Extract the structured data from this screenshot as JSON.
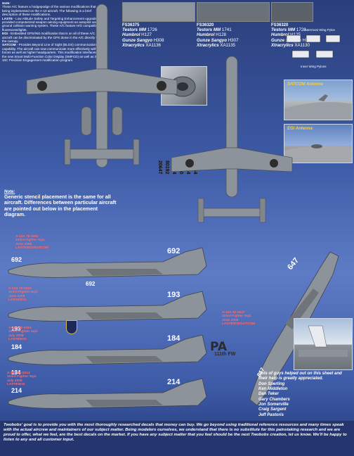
{
  "intro": {
    "title": "Note:",
    "p1": "These A/C feature a hodgepodge of the various modifications that are being implemented on the A-10 aircraft. The following is a brief description of these modifications.",
    "last_label": "LASTE",
    "last_text": "- Low Altitude Safety and Targeting Enhancement upgrade provided computerized weapon-aiming equipment an autopilot and a ground collision warning system. These A/C feature H/G compatible fluorescent/lights.",
    "egi_label": "EGI",
    "egi_text": "- Embedded GPS/INS modification that is on all of these A/C. EGI aircraft can be discriminated by the GPS dome in the A/C directly behind the canopy.",
    "satcom_label": "SATCOM",
    "satcom_text": "- Provides Beyond Line of Sight (BLOS) communication capability. The aircraft can now communicate more effectively with ground forces as well as higher headquarters. This modification interfaces with the new Smart Multi-Function Color Display (SMFCD) as well as the A-10C Precision Engagement modification program."
  },
  "swatches": [
    {
      "fs": "FS36375",
      "color": "#8e959c",
      "testors_label": "Testors MM",
      "testors": "1726",
      "humbrol_label": "Humbrol",
      "humbrol": "H127",
      "gunze_label": "Gunze Sangyo",
      "gunze": "H308",
      "xtra_label": "Xtracrylics",
      "xtra": "XA1136"
    },
    {
      "fs": "FS36320",
      "color": "#6b7178",
      "testors_label": "Testors MM",
      "testors": "1741",
      "humbrol_label": "Humbrol",
      "humbrol": "H128",
      "gunze_label": "Gunze Sangyo",
      "gunze": "H307",
      "xtra_label": "Xtracrylics",
      "xtra": "XA1135"
    },
    {
      "fs": "FS36320",
      "color": "#5b6168",
      "testors_label": "Testors MM",
      "testors": "1723",
      "humbrol_label": "Humbrol",
      "humbrol": "H125",
      "gunze_label": "Gunze Sangyo",
      "gunze": "H305",
      "xtra_label": "Xtracrylics",
      "xtra": "XA1130"
    }
  ],
  "pylons": {
    "outer": "Outermost Wing Pylon",
    "inner": "Inner Wing Pylons"
  },
  "photos": {
    "satcom": "SATCOM Antenna",
    "egi": "EGI Antenna"
  },
  "note": {
    "label": "Note:",
    "text": "Generic stencil placement is the same for all aircraft. Differences between particular aircraft are pointed out below in the placement diagram."
  },
  "serials_top": [
    "20647",
    "80192",
    "80184",
    "90870",
    "00214",
    "00264"
  ],
  "aircraft": [
    {
      "line1": "A-10A 78-0692",
      "line2": "103rd Fighter Sqd.",
      "line3": "June 2008",
      "line4": "LASTE/EGI/SATCOM",
      "number": "692",
      "tail": "692"
    },
    {
      "line1": "A-10A 79-0193",
      "line2": "103rd Fighter Sqd.",
      "line3": "June 2008",
      "line4": "LASTE/EGI",
      "number": "193",
      "tail": "193"
    },
    {
      "line1": "A-10A 80-0184",
      "line2": "103rd Fighter Sqd.",
      "line3": "July 2008",
      "line4": "LASTE/EGI",
      "number": "184",
      "tail": "184"
    },
    {
      "line1": "A-10A 80-0214",
      "line2": "103rd Fighter Sqd.",
      "line3": "July 2008",
      "line4": "LASTE/EGI",
      "number": "214",
      "tail": "214"
    }
  ],
  "side_aircraft": {
    "line1": "A-10A 82-0647",
    "line2": "103rd Fighter Sqd.",
    "line3": "June 2008",
    "line4": "LASTE/EGI/SATCOM",
    "number": "647"
  },
  "tail_code": {
    "letters": "PA",
    "wing": "111th FW"
  },
  "credits": {
    "intro": "Lots of guys helped out on this sheet and their help is greatly appreciated.",
    "names": [
      "Don Sperling",
      "Ken Middleton",
      "Dan Teker",
      "Gary Chambers",
      "Jon Somerville",
      "Craig Sargent",
      "Jeff Pastoris"
    ]
  },
  "footer": {
    "text": "Twobobs' goal is to provide you with the most thoroughly researched decals that money can buy. We go beyond using traditional reference resources and many times speak with the actual aircrew and maintainers of our subject matter. Being modelers ourselves, we understand that there is no substitute for this painstaking research and we are proud to offer, what we feel, are the best decals on the market. If you have any subject matter that you feel should be the next Twobobs creation, let us know. We'll be happy to listen to any and all customer input."
  },
  "colors": {
    "background": "#3d5aa6",
    "footer": "#25356e",
    "aircraft_grey": "#8d939a",
    "caption": "#ffd030",
    "info_red": "#ff6a6a"
  }
}
